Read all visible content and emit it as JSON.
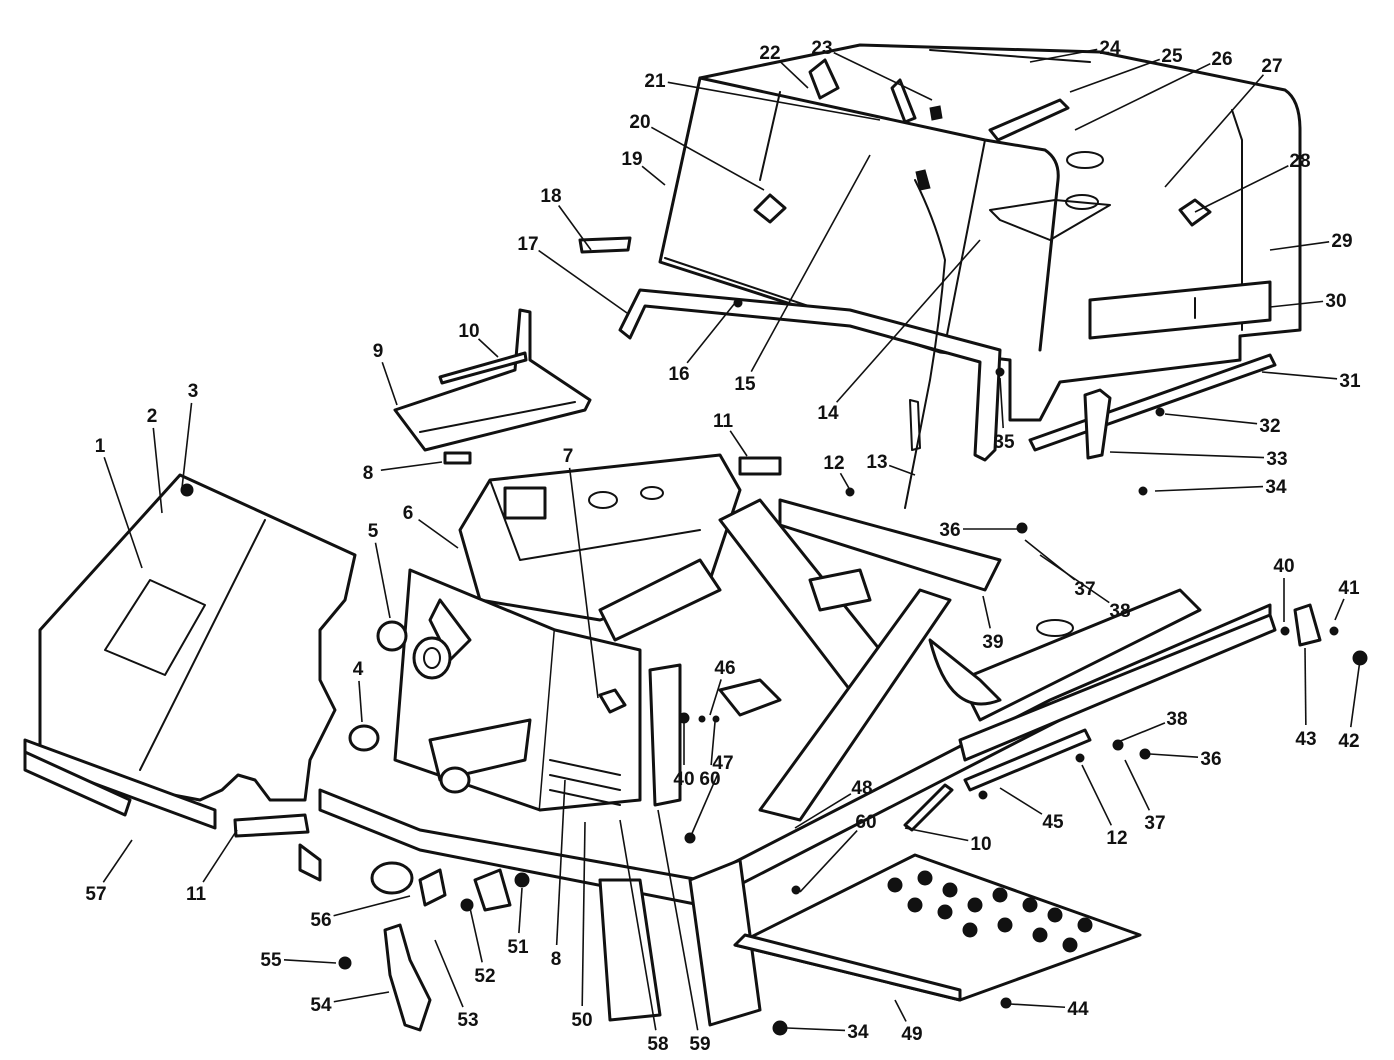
{
  "callouts": [
    {
      "n": "1"
    },
    {
      "n": "2"
    },
    {
      "n": "3"
    },
    {
      "n": "4"
    },
    {
      "n": "5"
    },
    {
      "n": "6"
    },
    {
      "n": "7"
    },
    {
      "n": "8"
    },
    {
      "n": "8"
    },
    {
      "n": "9"
    },
    {
      "n": "10"
    },
    {
      "n": "10"
    },
    {
      "n": "11"
    },
    {
      "n": "11"
    },
    {
      "n": "12"
    },
    {
      "n": "12"
    },
    {
      "n": "13"
    },
    {
      "n": "14"
    },
    {
      "n": "15"
    },
    {
      "n": "16"
    },
    {
      "n": "17"
    },
    {
      "n": "18"
    },
    {
      "n": "19"
    },
    {
      "n": "20"
    },
    {
      "n": "21"
    },
    {
      "n": "22"
    },
    {
      "n": "23"
    },
    {
      "n": "24"
    },
    {
      "n": "25"
    },
    {
      "n": "26"
    },
    {
      "n": "27"
    },
    {
      "n": "28"
    },
    {
      "n": "29"
    },
    {
      "n": "30"
    },
    {
      "n": "31"
    },
    {
      "n": "32"
    },
    {
      "n": "33"
    },
    {
      "n": "34"
    },
    {
      "n": "34"
    },
    {
      "n": "35"
    },
    {
      "n": "36"
    },
    {
      "n": "36"
    },
    {
      "n": "37"
    },
    {
      "n": "37"
    },
    {
      "n": "38"
    },
    {
      "n": "38"
    },
    {
      "n": "39"
    },
    {
      "n": "40"
    },
    {
      "n": "40"
    },
    {
      "n": "41"
    },
    {
      "n": "42"
    },
    {
      "n": "43"
    },
    {
      "n": "44"
    },
    {
      "n": "45"
    },
    {
      "n": "46"
    },
    {
      "n": "47"
    },
    {
      "n": "48"
    },
    {
      "n": "49"
    },
    {
      "n": "50"
    },
    {
      "n": "51"
    },
    {
      "n": "52"
    },
    {
      "n": "53"
    },
    {
      "n": "54"
    },
    {
      "n": "55"
    },
    {
      "n": "56"
    },
    {
      "n": "57"
    },
    {
      "n": "58"
    },
    {
      "n": "59"
    },
    {
      "n": "60"
    },
    {
      "n": "60"
    }
  ]
}
